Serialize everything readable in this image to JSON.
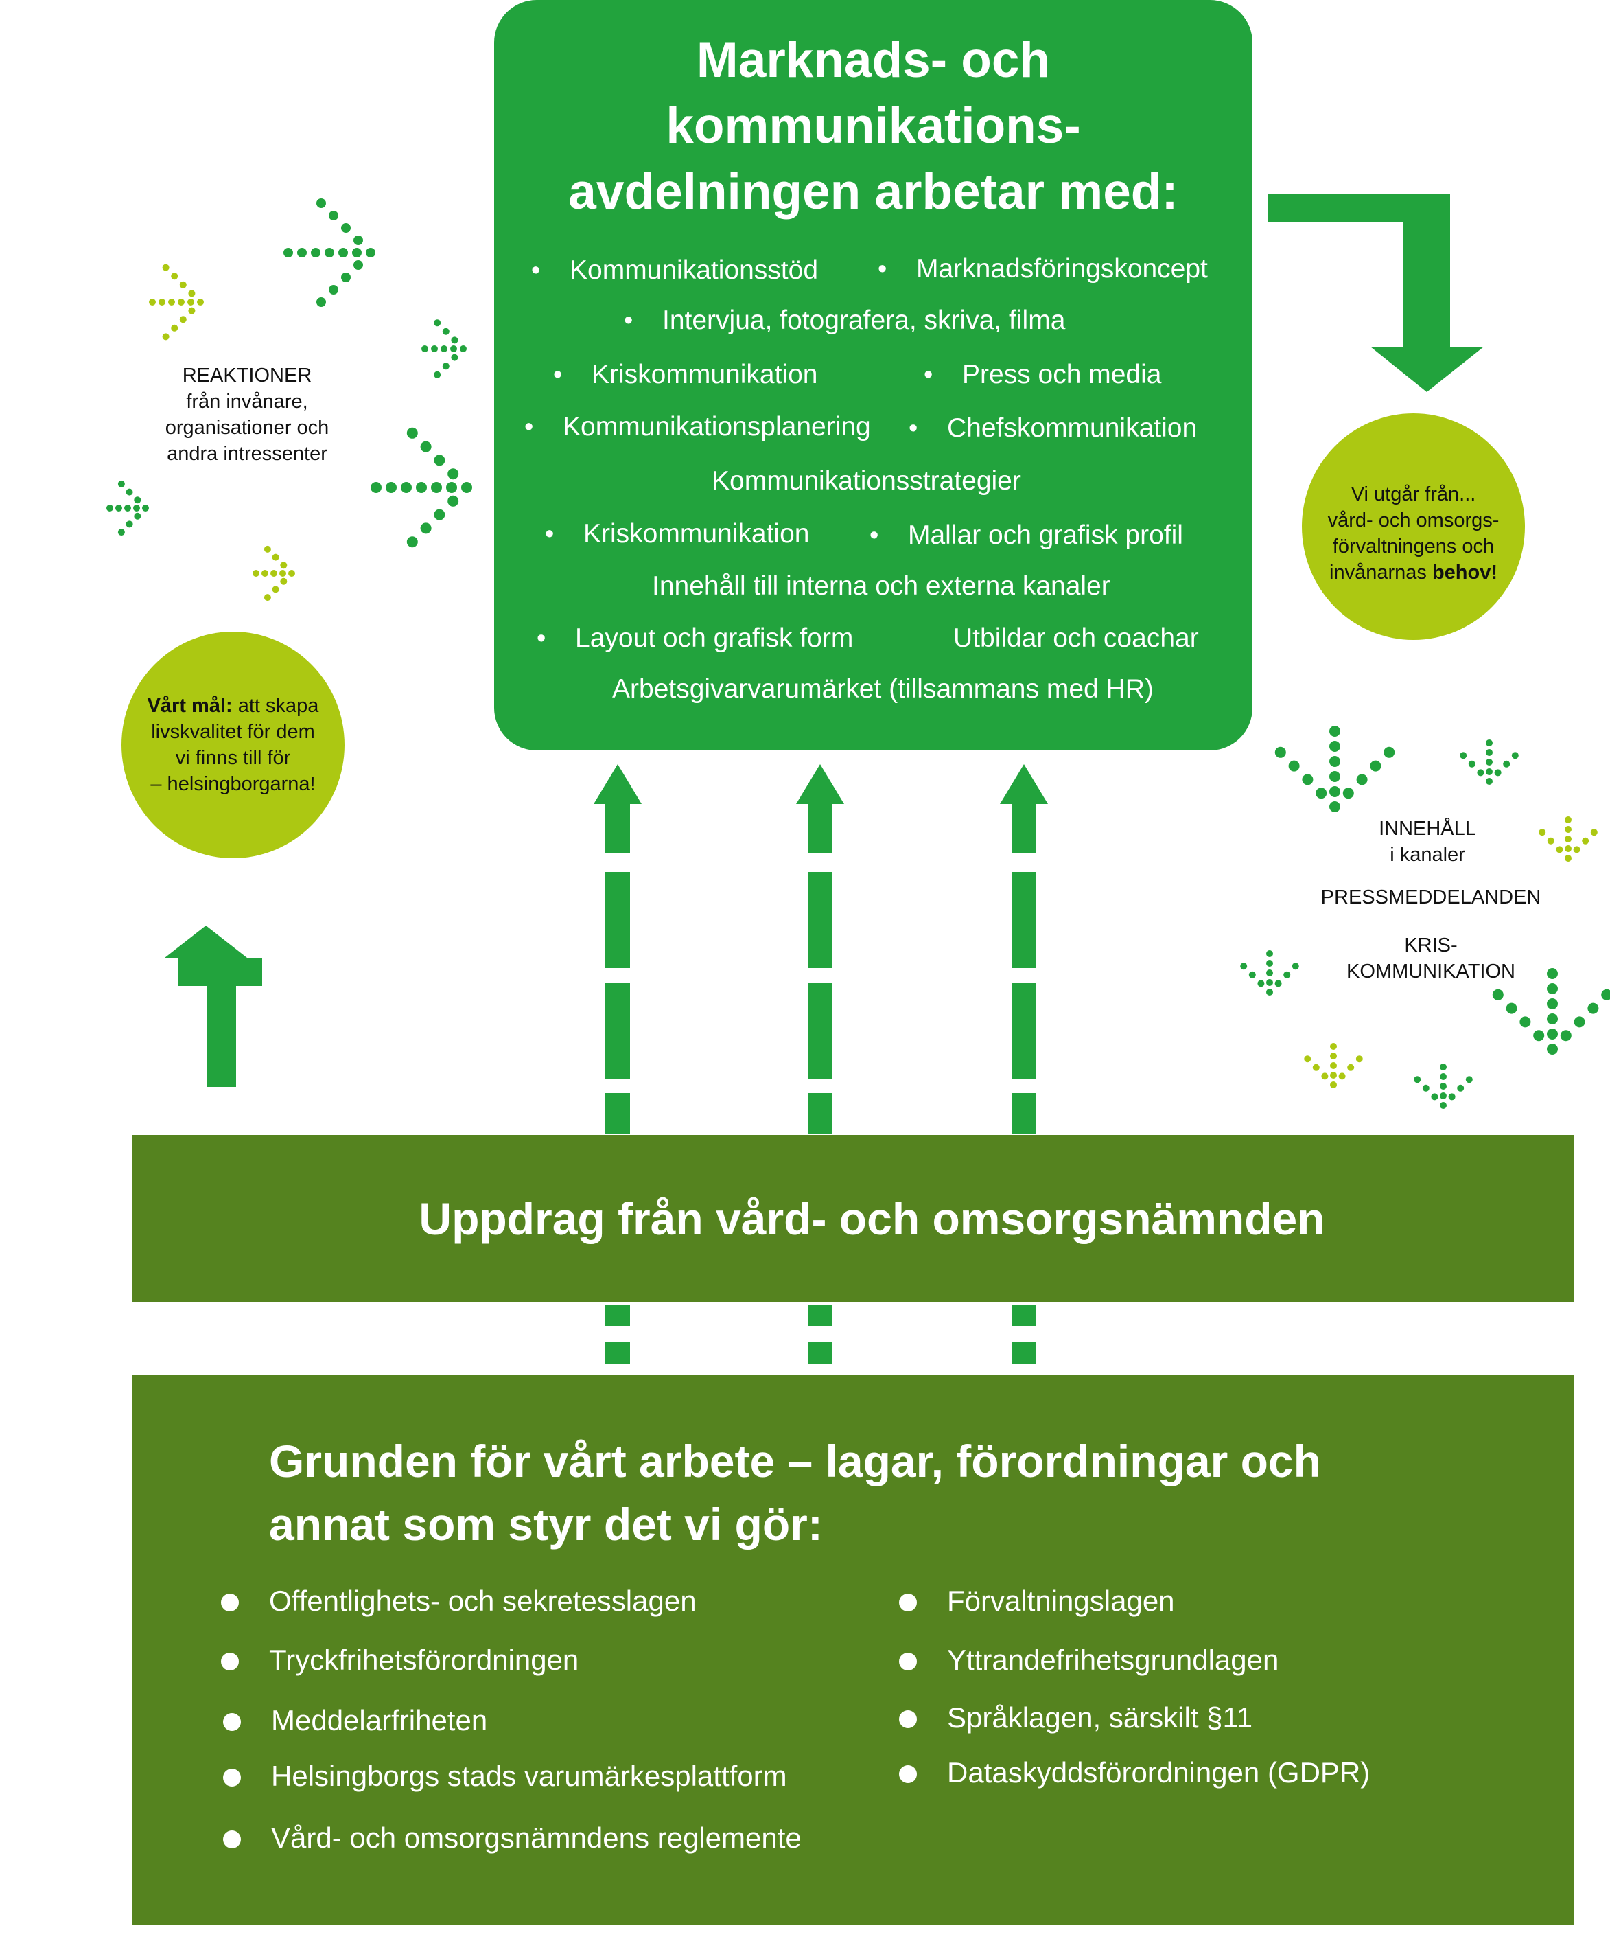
{
  "top_box": {
    "title": [
      "Marknads- och",
      "kommunikations-",
      "avdelningen arbetar med:"
    ],
    "items": {
      "kommunikationsstod": "Kommunikationsstöd",
      "marknadsforingskoncept": "Marknadsföringskoncept",
      "intervjua": "Intervjua, fotografera, skriva, filma",
      "kriskommunikation1": "Kriskommunikation",
      "press": "Press och media",
      "planering": "Kommunikationsplanering",
      "chefs": "Chefskommunikation",
      "strategier": "Kommunikationsstrategier",
      "kriskommunikation2": "Kriskommunikation",
      "mallar": "Mallar och grafisk profil",
      "innehall": "Innehåll till interna och externa kanaler",
      "layout": "Layout och grafisk form",
      "utbildar": "Utbildar och coachar",
      "arbetsgivar": "Arbetsgivarvarumärket (tillsammans med HR)"
    }
  },
  "reaktioner": [
    "REAKTIONER",
    "från invånare,",
    "organisationer och",
    "andra intressenter"
  ],
  "goal_circle": {
    "bold": "Vårt mål:",
    "rest": " att skapa",
    "lines": [
      "livskvalitet för dem",
      "vi finns till för",
      "– helsingborgarna!"
    ]
  },
  "needs_circle": {
    "lines": [
      "Vi utgår från...",
      "vård- och omsorgs-",
      "förvaltningens och"
    ],
    "last_plain": "invånarnas ",
    "last_bold": "behov!"
  },
  "outputs": {
    "innehall": [
      "INNEHÅLL",
      "i kanaler"
    ],
    "press": "PRESSMEDDELANDEN",
    "kris": [
      "KRIS-",
      "KOMMUNIKATION"
    ]
  },
  "band": {
    "title": "Uppdrag från vård- och omsorgsnämnden"
  },
  "base": {
    "title": [
      "Grunden för vårt arbete – lagar, förordningar och",
      "annat som styr det vi gör:"
    ],
    "laws_left": [
      "Offentlighets- och sekretesslagen",
      "Tryckfrihetsförordningen",
      "Meddelarfriheten",
      "Helsingborgs stads varumärkesplattform",
      "Vård- och omsorgsnämndens reglemente"
    ],
    "laws_right": [
      "Förvaltningslagen",
      "Yttrandefrihetsgrundlagen",
      "Språklagen, särskilt §11",
      "Dataskyddsförordningen (GDPR)"
    ]
  },
  "colors": {
    "green": "#22a33d",
    "dark_green": "#55831f",
    "lime": "#acc812"
  }
}
